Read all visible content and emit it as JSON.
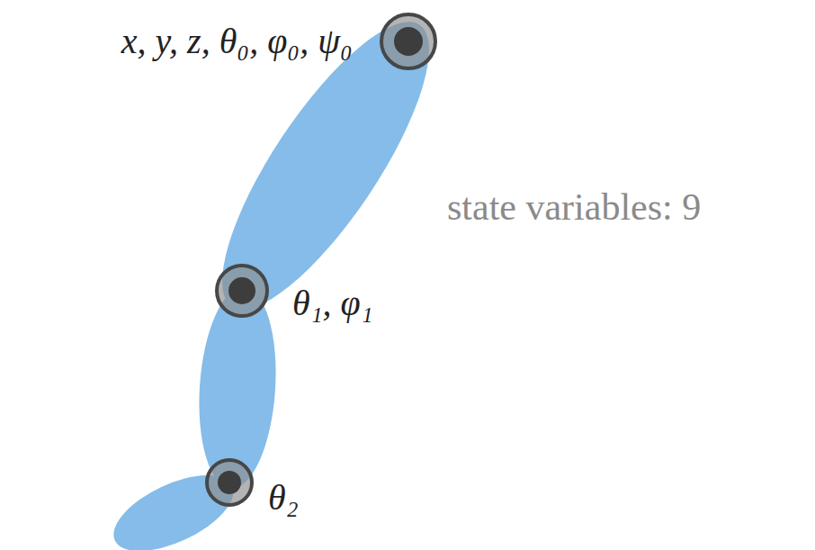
{
  "diagram": {
    "labels": [
      "x, y, z, θ₀, φ₀, ψ₀",
      "θ₁, φ₁",
      "θ₂",
      "state variables: 9"
    ]
  }
}
